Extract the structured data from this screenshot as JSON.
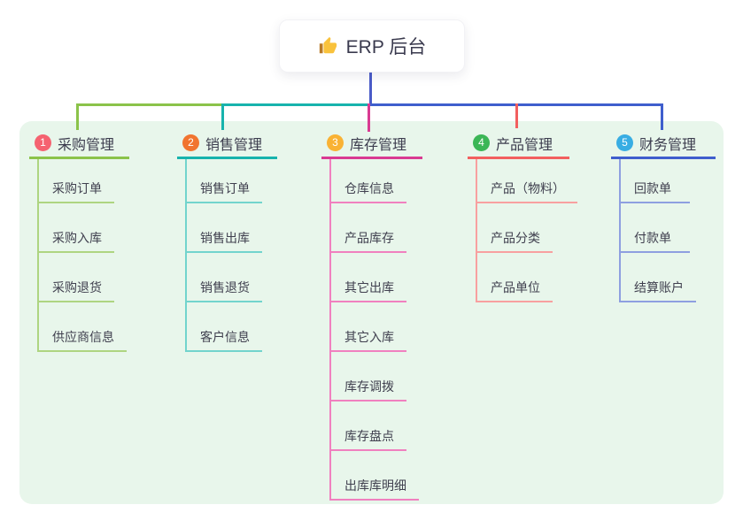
{
  "root": {
    "icon": "thumbs-up-icon",
    "label": "ERP 后台"
  },
  "colors": {
    "panel_background": "#E8F6EB",
    "root_connector": "#4A5BC8",
    "card_background": "#FFFFFF",
    "thumb_gold": "#F9C23C",
    "thumb_cuff": "#B97A27",
    "header_text": "#3C3C4E",
    "child_text": "#40404F"
  },
  "branches": [
    {
      "index": "1",
      "label": "采购管理",
      "color": "#8BC34A",
      "light": "#AED581",
      "badge": "#F56270",
      "children": [
        "采购订单",
        "采购入库",
        "采购退货",
        "供应商信息"
      ]
    },
    {
      "index": "2",
      "label": "销售管理",
      "color": "#17B3AD",
      "light": "#72D4CD",
      "badge": "#F1742F",
      "children": [
        "销售订单",
        "销售出库",
        "销售退货",
        "客户信息"
      ]
    },
    {
      "index": "3",
      "label": "库存管理",
      "color": "#D93A92",
      "light": "#F080BF",
      "badge": "#F9B234",
      "children": [
        "仓库信息",
        "产品库存",
        "其它出库",
        "其它入库",
        "库存调拨",
        "库存盘点",
        "出库库明细"
      ]
    },
    {
      "index": "4",
      "label": "产品管理",
      "color": "#F25F5F",
      "light": "#F8A0A0",
      "badge": "#3BB656",
      "children": [
        "产品（物料）",
        "产品分类",
        "产品单位"
      ]
    },
    {
      "index": "5",
      "label": "财务管理",
      "color": "#3F5ECD",
      "light": "#8E9FE0",
      "badge": "#38ADE3",
      "children": [
        "回款单",
        "付款单",
        "结算账户"
      ]
    }
  ]
}
